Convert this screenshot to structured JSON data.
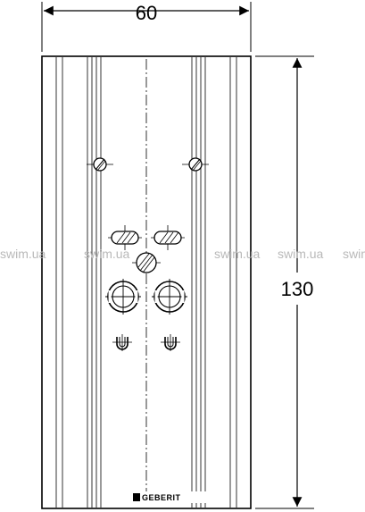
{
  "dimensions": {
    "width_label": "60",
    "height_label": "130"
  },
  "brand": {
    "name": "GEBERIT"
  },
  "watermarks": [
    "swim.ua",
    "swim.ua",
    "swim.ua",
    "swim.ua",
    "swim.ua"
  ],
  "colors": {
    "line": "#000000",
    "watermark": "#b9b9b9",
    "background": "#ffffff"
  }
}
